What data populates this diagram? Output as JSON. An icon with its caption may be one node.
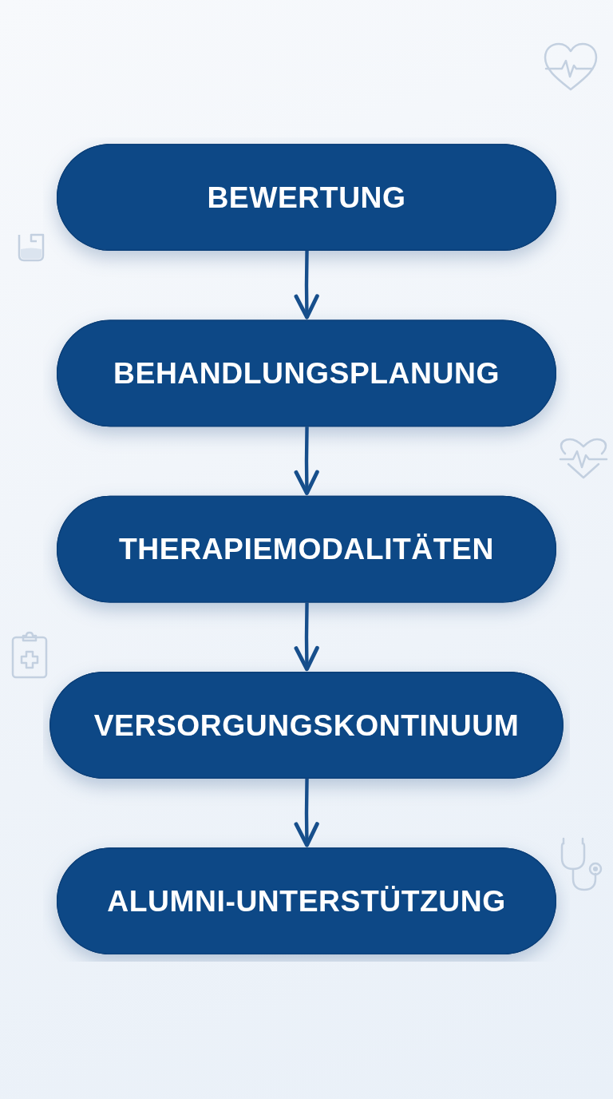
{
  "diagram": {
    "nodes": [
      {
        "text": [
          "BEWERTUNG"
        ]
      },
      {
        "text": [
          "BEHANDLUNGSPLANUNG"
        ]
      },
      {
        "text": [
          "THERAPIEMODALITÄTEN"
        ]
      },
      {
        "text": [
          "VERSORGUNGSKONTINUUM"
        ]
      },
      {
        "text": [
          "ALUMNI-UNTERSTÜTZUNG"
        ]
      }
    ],
    "edges": [
      {
        "from": 0,
        "to": 1,
        "arrow": "to"
      },
      {
        "from": 1,
        "to": 2,
        "arrow": "to"
      },
      {
        "from": 2,
        "to": 3,
        "arrow": "to"
      },
      {
        "from": 3,
        "to": 4,
        "arrow": "to"
      }
    ]
  }
}
